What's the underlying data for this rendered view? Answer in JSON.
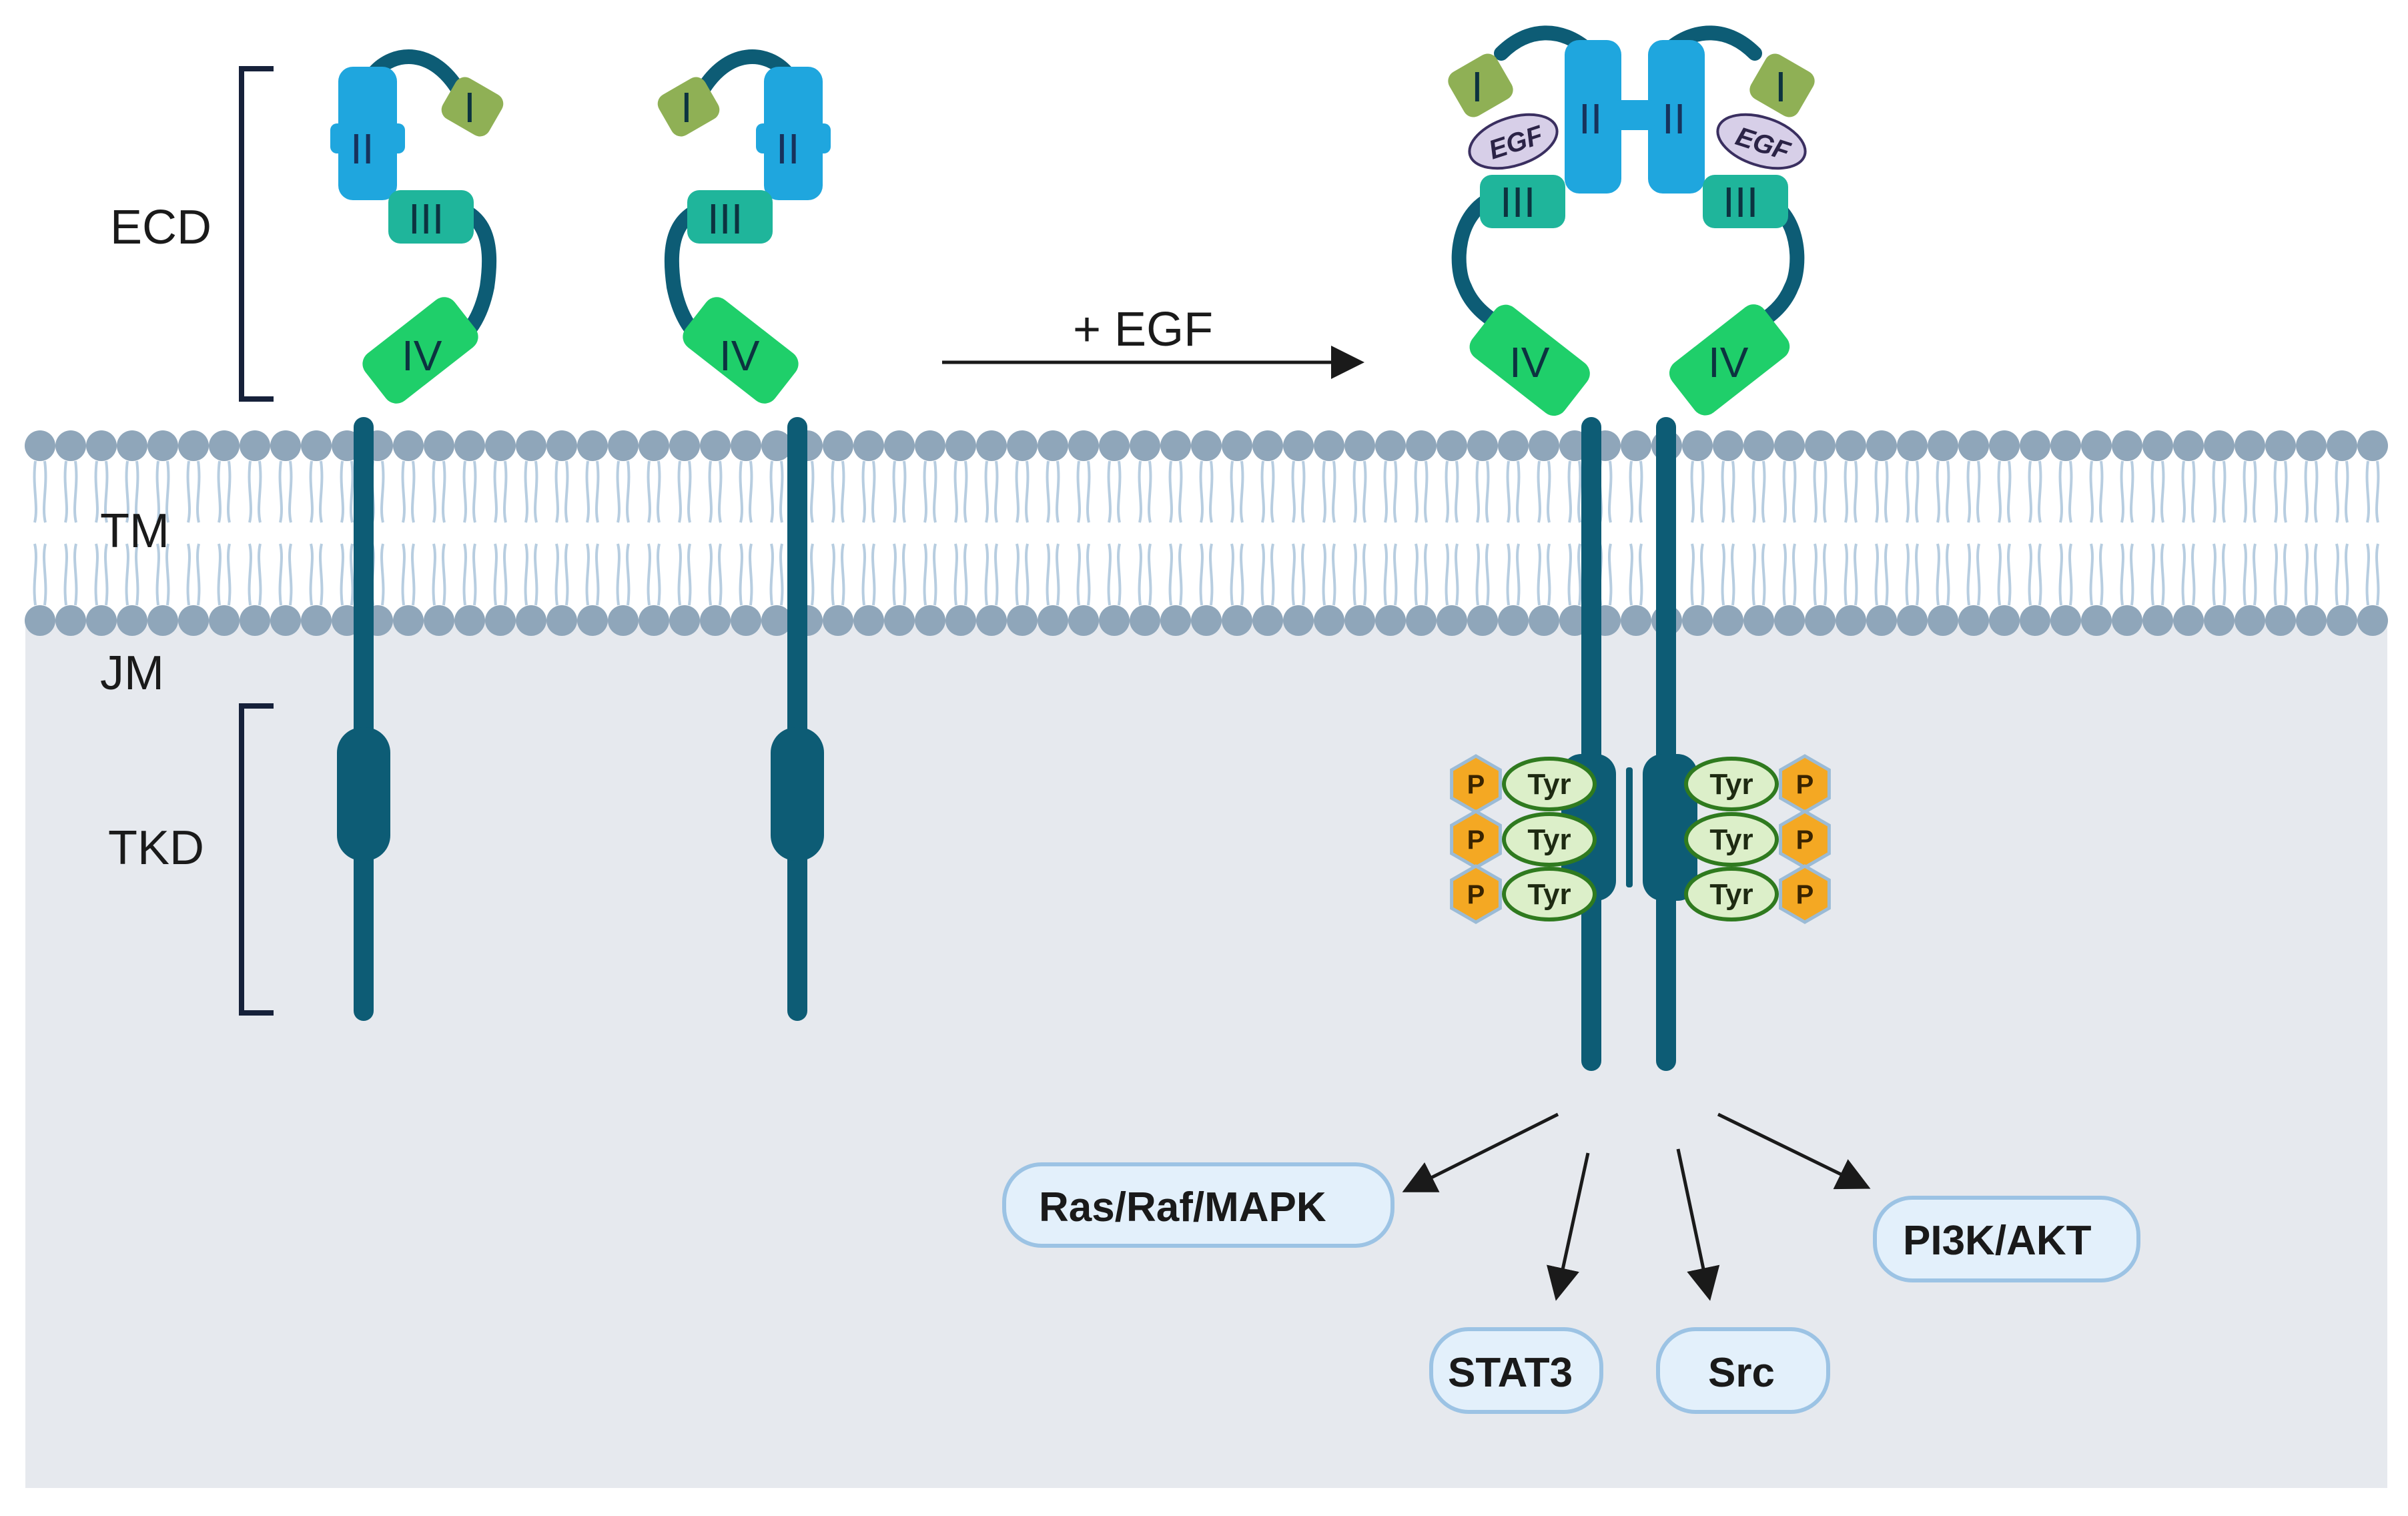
{
  "region_labels": {
    "ecd": "ECD",
    "tm": "TM",
    "jm": "JM",
    "tkd": "TKD"
  },
  "arrow_label": "+ EGF",
  "domains": {
    "d1": "I",
    "d2": "II",
    "d3": "III",
    "d4": "IV"
  },
  "ligand": "EGF",
  "tyrosine": "Tyr",
  "phosphate": "P",
  "pathways": {
    "ras": "Ras/Raf/MAPK",
    "stat3": "STAT3",
    "src": "Src",
    "pi3k": "PI3K/AKT"
  },
  "colors": {
    "cytoplasm": "#e6e9ee",
    "membrane_head": "#8fa6ba",
    "membrane_tail": "#b7cde0",
    "receptor_chain": "#0d5c75",
    "domain_I": "#8fb055",
    "domain_II": "#1fa6de",
    "domain_III": "#1fb59b",
    "domain_IV": "#1fcf6a",
    "egf": "#d7cfe8",
    "tyr": "#dcefc9",
    "phospho": "#f4a823",
    "pathway_box": "#e3f0fb",
    "pathway_border": "#9cc3e4"
  }
}
